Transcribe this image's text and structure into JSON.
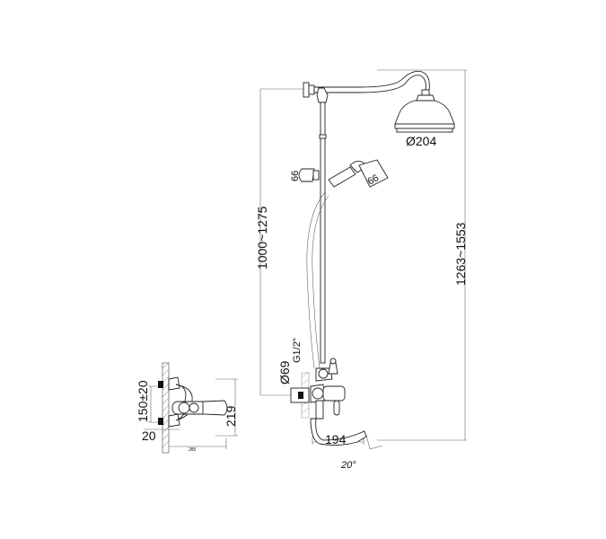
{
  "drawing": {
    "title": "Bath/shower mixer set with overhead shower - technical drawing",
    "side_view": {
      "dim_centers": "150±20",
      "dim_height": "219",
      "dim_bottom": "20",
      "dim_depth": "285"
    },
    "main_view": {
      "dim_head_diameter": "Ø204",
      "dim_holder": "66",
      "dim_handshower": "66",
      "dim_bar_height": "1000~1275",
      "dim_total_height": "1263~1553",
      "dim_flange": "Ø69",
      "dim_thread": "G1/2\"",
      "dim_spout": "194",
      "dim_angle": "20°"
    }
  }
}
